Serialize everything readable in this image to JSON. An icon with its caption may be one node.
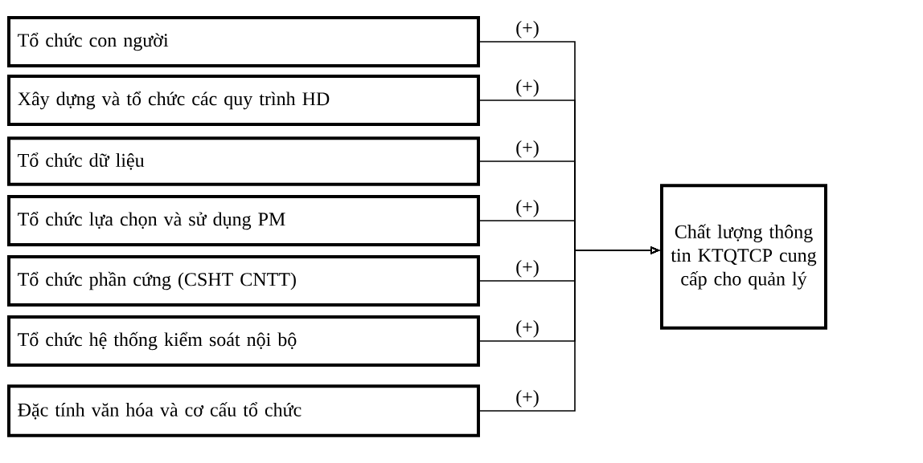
{
  "diagram": {
    "nodes": [
      {
        "text": [
          "Tổ chức con người"
        ]
      },
      {
        "text": [
          "Xây dựng và tổ chức các quy trình HD"
        ]
      },
      {
        "text": [
          "Tổ chức dữ liệu"
        ]
      },
      {
        "text": [
          "Tổ chức lựa chọn và sử dụng PM"
        ]
      },
      {
        "text": [
          "Tổ chức phần cứng (CSHT CNTT)"
        ]
      },
      {
        "text": [
          "Tổ chức hệ thống kiểm soát nội bộ"
        ]
      },
      {
        "text": [
          "Đặc tính văn hóa và cơ cấu tổ chức"
        ]
      },
      {
        "text": [
          "Chất lượng thông tin KTQTCP cung cấp cho quản lý"
        ]
      }
    ],
    "edges": [
      {
        "from": 0,
        "to": 7,
        "arrow": "to",
        "label": "(+)"
      },
      {
        "from": 1,
        "to": 7,
        "arrow": "to",
        "label": "(+)"
      },
      {
        "from": 2,
        "to": 7,
        "arrow": "to",
        "label": "(+)"
      },
      {
        "from": 3,
        "to": 7,
        "arrow": "to",
        "label": "(+)"
      },
      {
        "from": 4,
        "to": 7,
        "arrow": "to",
        "label": "(+)"
      },
      {
        "from": 5,
        "to": 7,
        "arrow": "to",
        "label": "(+)"
      },
      {
        "from": 6,
        "to": 7,
        "arrow": "to",
        "label": "(+)"
      }
    ]
  }
}
